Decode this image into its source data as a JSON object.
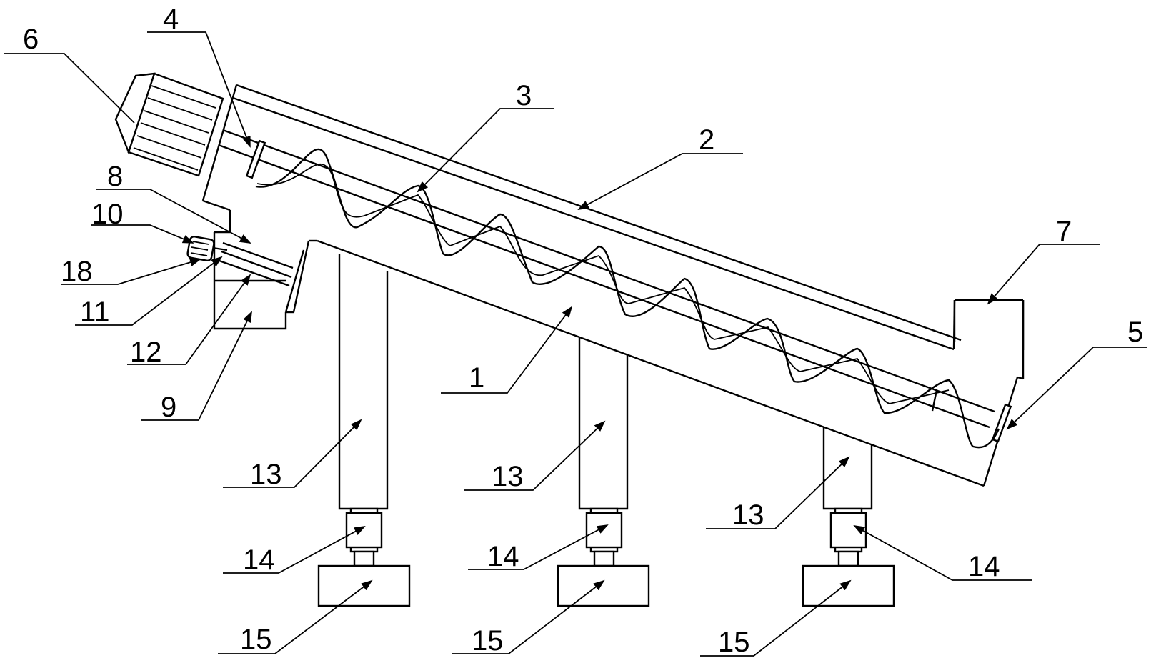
{
  "diagram": {
    "labels": {
      "l1": "1",
      "l2": "2",
      "l3": "3",
      "l4": "4",
      "l5": "5",
      "l6": "6",
      "l7": "7",
      "l8": "8",
      "l9": "9",
      "l10": "10",
      "l11": "11",
      "l12": "12",
      "l13a": "13",
      "l13b": "13",
      "l13c": "13",
      "l14a": "14",
      "l14b": "14",
      "l14c": "14",
      "l15a": "15",
      "l15b": "15",
      "l15c": "15",
      "l18": "18"
    },
    "colors": {
      "line": "#000000",
      "background": "#ffffff"
    }
  }
}
